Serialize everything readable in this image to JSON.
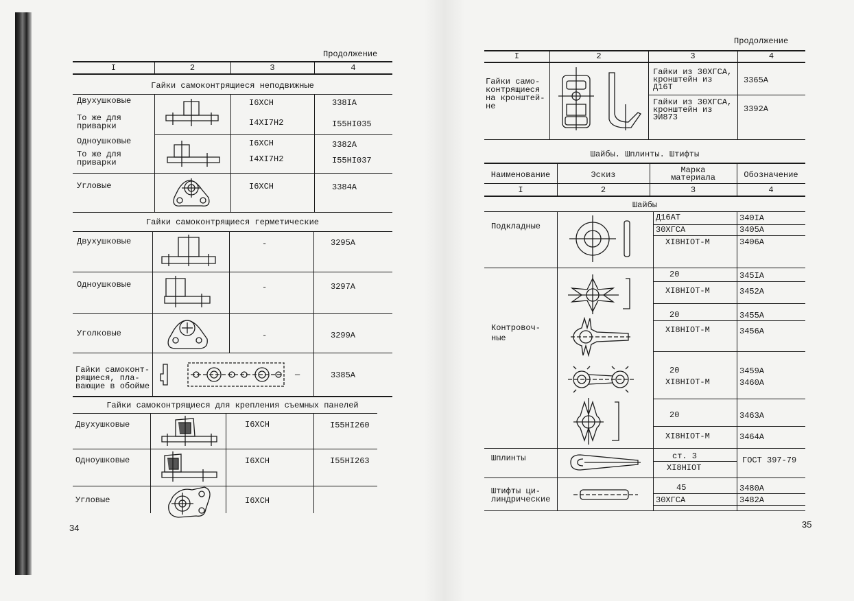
{
  "left_page": {
    "continued": "Продолжение",
    "headers": [
      "I",
      "2",
      "3",
      "4"
    ],
    "sections": [
      {
        "title": "Гайки самоконтрящиеся неподвижные",
        "rows": [
          {
            "name": "Двухушковые",
            "grade": "I6XCH",
            "code": "338IA"
          },
          {
            "name": "То же для\nприварки",
            "grade": "I4XI7H2",
            "code": "I55HI035"
          },
          {
            "name": "Одноушковые",
            "grade": "I6XCH",
            "code": "3382A"
          },
          {
            "name": "То же для\nприварки",
            "grade": "I4XI7H2",
            "code": "I55HI037"
          },
          {
            "name": "Угловые",
            "grade": "I6XCH",
            "code": "3384A"
          }
        ]
      },
      {
        "title": "Гайки самоконтрящиеся герметические",
        "rows": [
          {
            "name": "Двухушковые",
            "grade": "-",
            "code": "3295A"
          },
          {
            "name": "Одноушковые",
            "grade": "-",
            "code": "3297A"
          },
          {
            "name": "Уголковые",
            "grade": "-",
            "code": "3299A"
          },
          {
            "name": "Гайки самоконт-\nрящиеся, пла-\nвающие в обойме",
            "grade": "—",
            "code": "3385A"
          }
        ]
      },
      {
        "title": "Гайки самоконтрящиеся для крепления съемных панелей",
        "rows": [
          {
            "name": "Двухушковые",
            "grade": "I6XCH",
            "code": "I55HI260"
          },
          {
            "name": "Одноушковые",
            "grade": "I6XCH",
            "code": "I55HI263"
          },
          {
            "name": "Угловые",
            "grade": "I6XCH",
            "code": ""
          }
        ]
      }
    ],
    "page_number": "34"
  },
  "right_page": {
    "continued": "Продолжение",
    "headers": [
      "I",
      "2",
      "3",
      "4"
    ],
    "top_row": {
      "name": "Гайки само-\nконтрящиеся\nна кронштей-\nне",
      "grades": [
        "Гайки из 30ХГСА,\nкронштейн из\nД16Т",
        "Гайки из 30ХГСА,\nкронштейн из\nЭИ873"
      ],
      "codes": [
        "3365A",
        "3392A"
      ]
    },
    "section_title": "Шайбы. Шплинты. Штифты",
    "headers2": [
      "Наименование",
      "Эскиз",
      "Марка\nматериала",
      "Обозначение"
    ],
    "headers2_nums": [
      "I",
      "2",
      "3",
      "4"
    ],
    "subsection": "Шайбы",
    "podkladnye": {
      "name": "Подкладные",
      "grades": [
        "Д16АТ",
        "30ХГСА",
        "XI8HIOT-M"
      ],
      "codes": [
        "340IA",
        "3405A",
        "3406A"
      ]
    },
    "kontrovochnye": {
      "name": "Контровоч-\nные",
      "rows": [
        {
          "grade": "20",
          "code": "345IA"
        },
        {
          "grade": "XI8HIOT-M",
          "code": "3452A"
        },
        {
          "grade": "20",
          "code": "3455A"
        },
        {
          "grade": "XI8HIOT-M",
          "code": "3456A"
        },
        {
          "grade": "20",
          "code": "3459A"
        },
        {
          "grade": "XI8HIOT-M",
          "code": "3460A"
        },
        {
          "grade": "20",
          "code": "3463A"
        },
        {
          "grade": "XI8HIOT-M",
          "code": "3464A"
        }
      ]
    },
    "shplinty": {
      "name": "Шплинты",
      "grades": [
        "ст. 3",
        "XI8HIOT"
      ],
      "code": "ГОСТ 397-79"
    },
    "shtifty": {
      "name": "Штифты ци-\nлиндрические",
      "grades": [
        "45",
        "30ХГСА"
      ],
      "codes": [
        "3480A",
        "3482A"
      ]
    },
    "page_number": "35"
  }
}
